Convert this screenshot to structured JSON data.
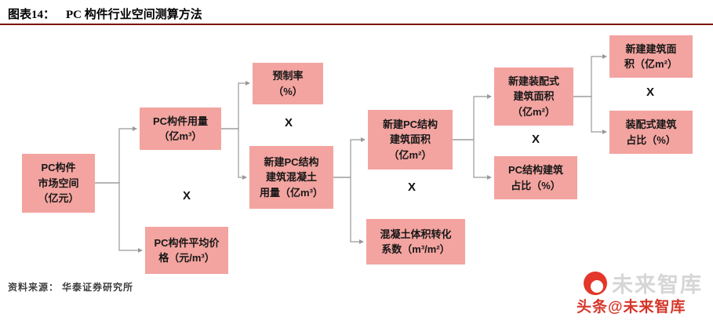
{
  "header": {
    "figure_label": "图表14：",
    "title": "PC 构件行业空间测算方法"
  },
  "diagram": {
    "multiply_sign": "X",
    "boxes": [
      {
        "id": "market-space",
        "label": "PC构件\n市场空间\n（亿元）"
      },
      {
        "id": "pc-usage",
        "label": "PC构件用量\n（亿m³）"
      },
      {
        "id": "pc-avg-price",
        "label": "PC构件平均价\n格（元/m³）"
      },
      {
        "id": "prefab-rate",
        "label": "预制率\n（%）"
      },
      {
        "id": "concrete-usage",
        "label": "新建PC结构\n建筑混凝土\n用量（亿m³）"
      },
      {
        "id": "pc-structure-area",
        "label": "新建PC结构\n建筑面积\n（亿m²）"
      },
      {
        "id": "volume-coefficient",
        "label": "混凝土体积转化\n系数（m³/m²）"
      },
      {
        "id": "new-prefab-area",
        "label": "新建装配式\n建筑面积\n（亿m²）"
      },
      {
        "id": "pc-structure-share",
        "label": "PC结构建筑\n占比（%）"
      },
      {
        "id": "new-building-area",
        "label": "新建建筑面\n积（亿m²）"
      },
      {
        "id": "prefab-share",
        "label": "装配式建筑\n占比（%）"
      }
    ]
  },
  "footer": {
    "source": "资料来源： 华泰证券研究所"
  },
  "watermark": {
    "brand": "未来智库",
    "byline": "头条@未来智库"
  },
  "colors": {
    "box_background": "#f3a4a0",
    "title_rule": "#7e120a",
    "connector": "#999999",
    "logo_red": "#e3372b",
    "byline_red": "#d6362a"
  }
}
